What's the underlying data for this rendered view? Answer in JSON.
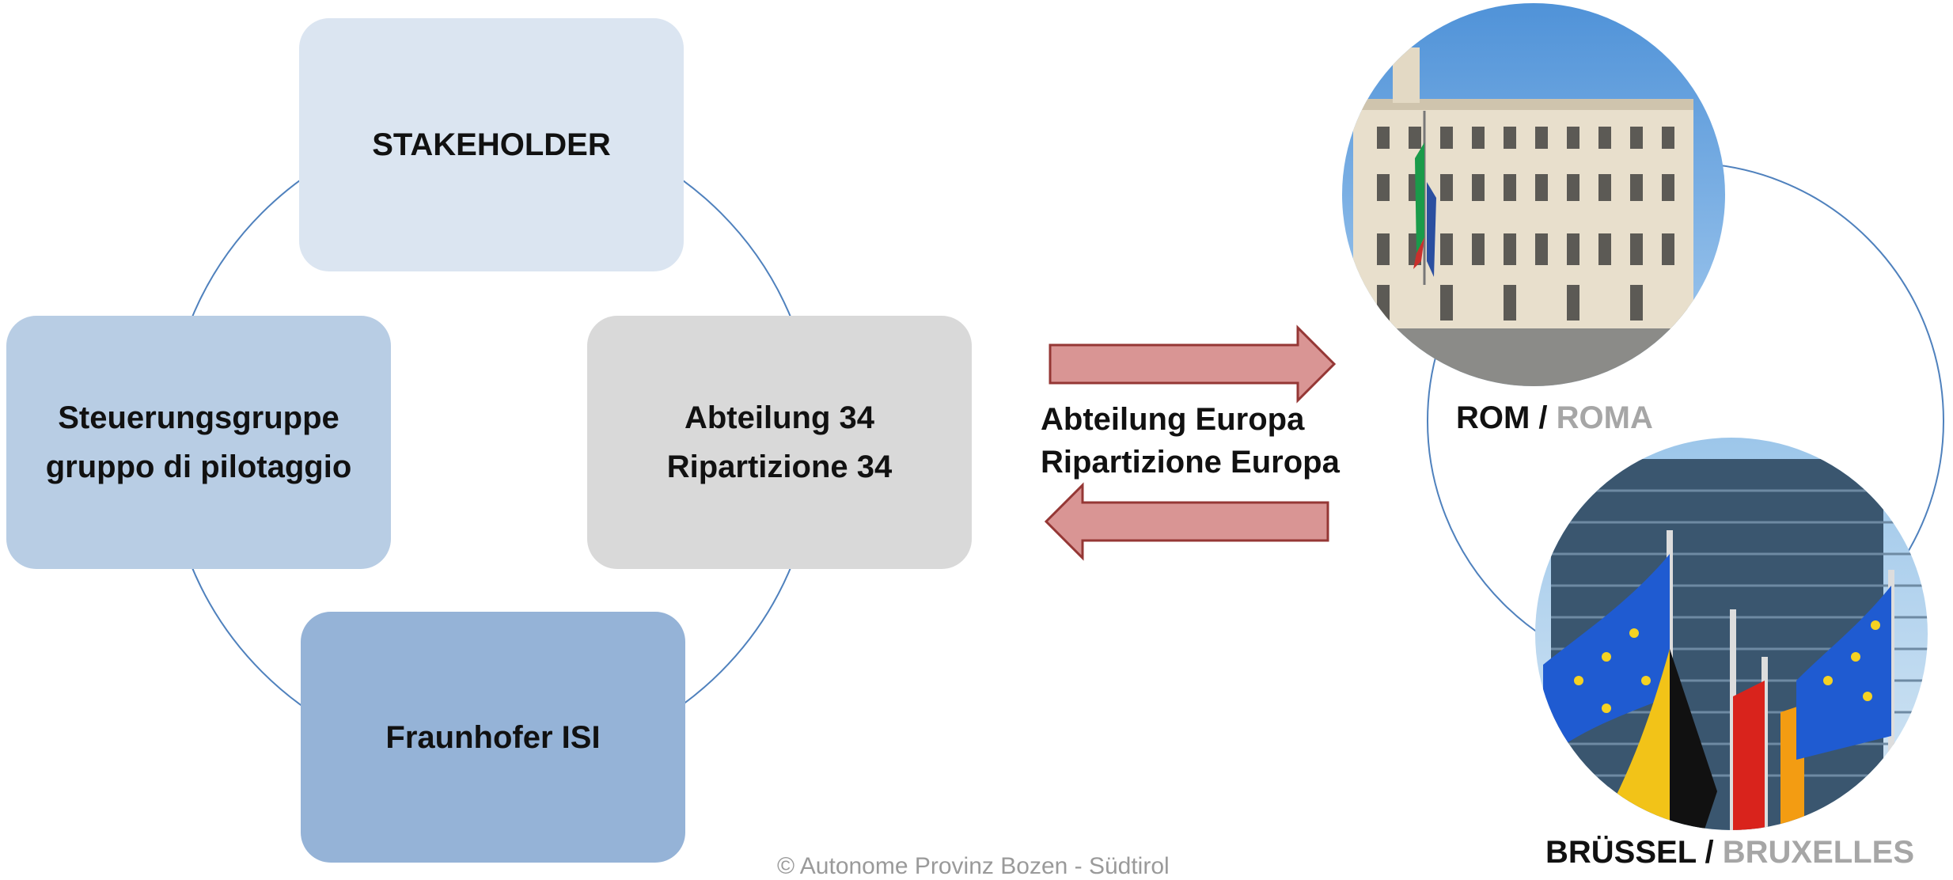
{
  "boxes": {
    "stakeholder": {
      "line1": "STAKEHOLDER"
    },
    "steuerung": {
      "line1": "Steuerungsgruppe",
      "line2": "gruppo di pilotaggio"
    },
    "abteilung": {
      "line1": "Abteilung 34",
      "line2": "Ripartizione 34"
    },
    "fraunhofer": {
      "line1": "Fraunhofer ISI"
    }
  },
  "exchange": {
    "line1": "Abteilung Europa",
    "line2": "Ripartizione Europa"
  },
  "cities": {
    "rome": {
      "primary": "ROM / ",
      "secondary": "ROMA"
    },
    "brussels": {
      "primary": "BRÜSSEL / ",
      "secondary": "BRUXELLES"
    }
  },
  "copyright": "© Autonome Provinz Bozen - Südtirol",
  "colors": {
    "stakeholder_box": "#dbe5f1",
    "steuerung_box": "#b8cde4",
    "abteilung_box": "#d9d9d9",
    "fraunhofer_box": "#95b3d7",
    "arrow_fill": "#d99594",
    "arrow_stroke": "#953735",
    "cycle_line": "#4f81bd"
  }
}
